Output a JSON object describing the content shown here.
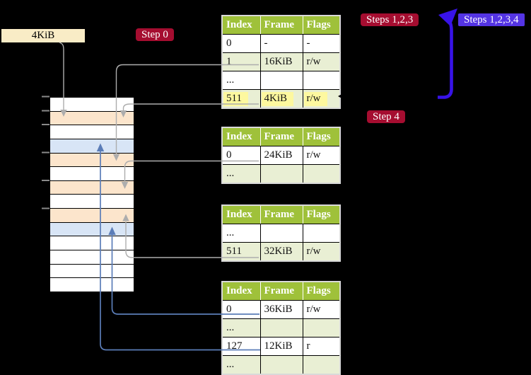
{
  "labels": {
    "page_size": "4KiB",
    "step0": "Step 0",
    "steps123": "Steps 1,2,3",
    "steps1234": "Steps 1,2,3,4",
    "step4": "Step 4"
  },
  "colors": {
    "badge_red": "#a50d30",
    "badge_blue": "#5434e4",
    "arrow_blue": "#3813e8",
    "connector_gray": "#adadad",
    "connector_blue": "#5b7db8",
    "table_header_green": "#9fc13a",
    "row_light_green": "#e9efd4",
    "highlight_yellow": "#fdf89f",
    "mem_orange": "#fce5cc",
    "mem_blue": "#d8e5f6",
    "label_cream": "#f9ecc6"
  },
  "tables": [
    {
      "headers": [
        "Index",
        "Frame",
        "Flags"
      ],
      "rows": [
        {
          "cells": [
            "0",
            "-",
            "-"
          ],
          "shade": false
        },
        {
          "cells": [
            "1",
            "16KiB",
            "r/w"
          ],
          "shade": true
        },
        {
          "cells": [
            "...",
            "",
            ""
          ],
          "shade": false
        },
        {
          "cells": [
            "511",
            "4KiB",
            "r/w"
          ],
          "shade": true,
          "highlight": true
        }
      ]
    },
    {
      "headers": [
        "Index",
        "Frame",
        "Flags"
      ],
      "rows": [
        {
          "cells": [
            "0",
            "24KiB",
            "r/w"
          ],
          "shade": false
        },
        {
          "cells": [
            "...",
            "",
            ""
          ],
          "shade": true
        }
      ]
    },
    {
      "headers": [
        "Index",
        "Frame",
        "Flags"
      ],
      "rows": [
        {
          "cells": [
            "...",
            "",
            ""
          ],
          "shade": false
        },
        {
          "cells": [
            "511",
            "32KiB",
            "r/w"
          ],
          "shade": true
        }
      ]
    },
    {
      "headers": [
        "Index",
        "Frame",
        "Flags"
      ],
      "rows": [
        {
          "cells": [
            "0",
            "36KiB",
            "r/w"
          ],
          "shade": false
        },
        {
          "cells": [
            "...",
            "",
            ""
          ],
          "shade": true
        },
        {
          "cells": [
            "127",
            "12KiB",
            "r"
          ],
          "shade": false
        },
        {
          "cells": [
            "...",
            "",
            ""
          ],
          "shade": true
        }
      ]
    }
  ],
  "memory": {
    "rows": [
      "white",
      "orange",
      "white",
      "blue",
      "orange",
      "white",
      "orange",
      "white",
      "orange",
      "blue",
      "white",
      "white",
      "white",
      "white"
    ]
  }
}
